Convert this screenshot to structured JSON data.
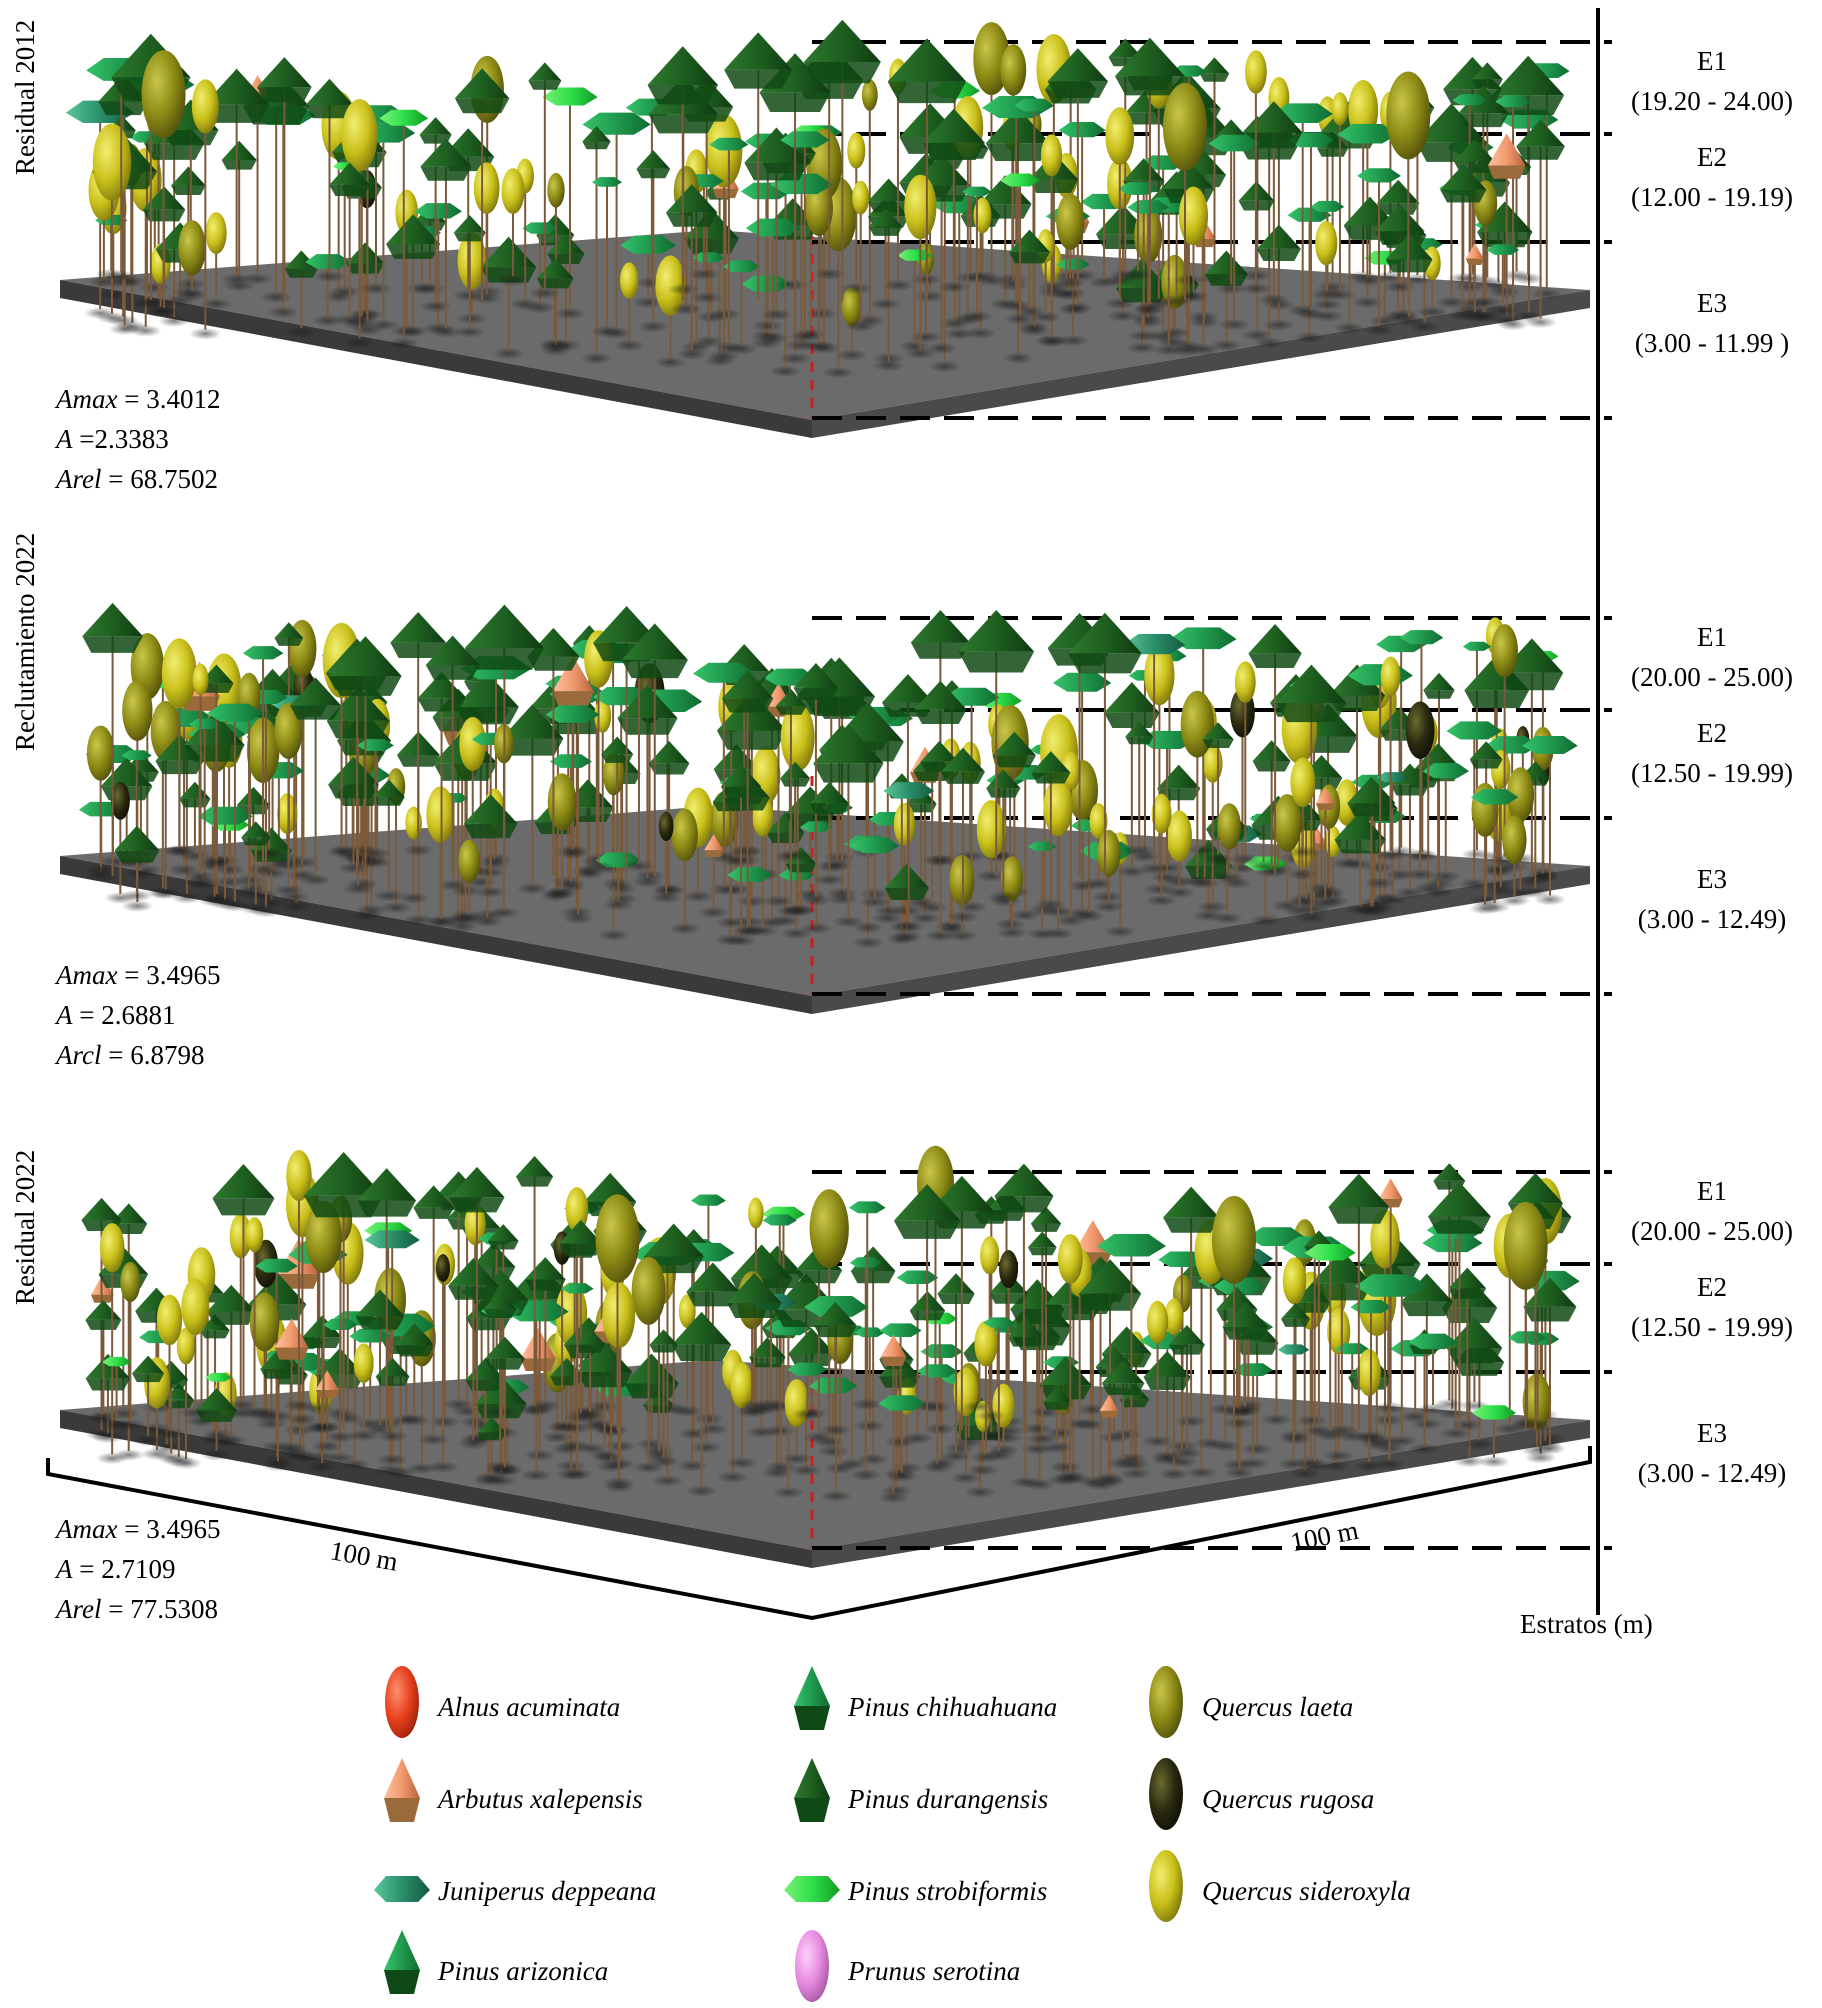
{
  "panels": [
    {
      "label": "Residual 2012",
      "amax": "3.4012",
      "a": "2.3383",
      "arel": "68.7502",
      "a_sep": " =",
      "arel_name": "Arel",
      "strata": [
        {
          "name": "E1",
          "range": "(19.20 - 24.00)"
        },
        {
          "name": "E2",
          "range": "(12.00 - 19.19)"
        },
        {
          "name": "E3",
          "range": "(3.00 - 11.99 )"
        }
      ]
    },
    {
      "label": "Reclutamiento 2022",
      "amax": "3.4965",
      "a": "2.6881",
      "arel": "6.8798",
      "a_sep": " = ",
      "arel_name": "Arcl",
      "strata": [
        {
          "name": "E1",
          "range": "(20.00 - 25.00)"
        },
        {
          "name": "E2",
          "range": "(12.50 - 19.99)"
        },
        {
          "name": "E3",
          "range": "(3.00 - 12.49)"
        }
      ]
    },
    {
      "label": "Residual 2022",
      "amax": "3.4965",
      "a": "2.7109",
      "arel": "77.5308",
      "a_sep": " = ",
      "arel_name": "Arel",
      "strata": [
        {
          "name": "E1",
          "range": "(20.00 - 25.00)"
        },
        {
          "name": "E2",
          "range": "(12.50 - 19.99)"
        },
        {
          "name": "E3",
          "range": "(3.00 - 12.49)"
        }
      ]
    }
  ],
  "dimensions": {
    "left": "100 m",
    "right": "100 m"
  },
  "axis_label": "Estratos (m)",
  "legend": [
    {
      "name": "Alnus acuminata",
      "shape": "ellipse",
      "color": "#e8401c"
    },
    {
      "name": "Arbutus xalepensis",
      "shape": "cone",
      "color": "#f29a6e"
    },
    {
      "name": "Juniperus deppeana",
      "shape": "flat",
      "color": "#2a8f6a"
    },
    {
      "name": "Pinus arizonica",
      "shape": "cone",
      "color": "#1f9a4e"
    },
    {
      "name": "Pinus chihuahuana",
      "shape": "cone",
      "color": "#2fae4a"
    },
    {
      "name": "Pinus durangensis",
      "shape": "cone",
      "color": "#1f6b25"
    },
    {
      "name": "Pinus strobiformis",
      "shape": "flat",
      "color": "#2ee04a"
    },
    {
      "name": "Prunus serotina",
      "shape": "ellipse",
      "color": "#e58be0"
    },
    {
      "name": "Quercus laeta",
      "shape": "ellipse",
      "color": "#8c8a14"
    },
    {
      "name": "Quercus rugosa",
      "shape": "ellipse",
      "color": "#2a2a10"
    },
    {
      "name": "Quercus sideroxyla",
      "shape": "ellipse",
      "color": "#c9c01a"
    }
  ]
}
